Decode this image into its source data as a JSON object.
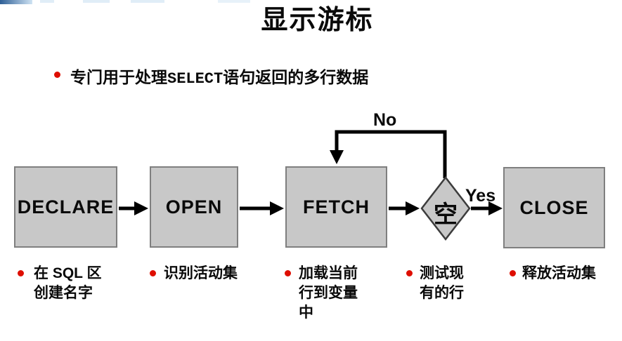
{
  "colors": {
    "bullet_red": "#de0e00",
    "box_fill": "#c8c8c8",
    "box_border": "#7f7f7f",
    "diamond_border": "#3c3c3c",
    "arrow_black": "#000000",
    "artifact_blue": "#2e5f96",
    "artifact_light": "#cfe3f3"
  },
  "slide": {
    "title": "显示游标"
  },
  "intro": {
    "prefix": "专门用于处理",
    "code": "SELECT",
    "suffix": "语句返回的多行数据"
  },
  "flowchart": {
    "branch_labels": {
      "no": "No",
      "yes": "Yes"
    },
    "nodes": [
      {
        "type": "box",
        "label": "DECLARE",
        "note_lines": [
          "在 SQL 区",
          "创建名字"
        ]
      },
      {
        "type": "box",
        "label": "OPEN",
        "note_lines": [
          "识别活动集"
        ]
      },
      {
        "type": "box",
        "label": "FETCH",
        "note_lines": [
          "加载当前",
          "行到变量",
          "中"
        ]
      },
      {
        "type": "diamond",
        "label": "空",
        "note_lines": [
          "测试现",
          "有的行"
        ]
      },
      {
        "type": "box",
        "label": "CLOSE",
        "note_lines": [
          "释放活动集"
        ]
      }
    ]
  }
}
